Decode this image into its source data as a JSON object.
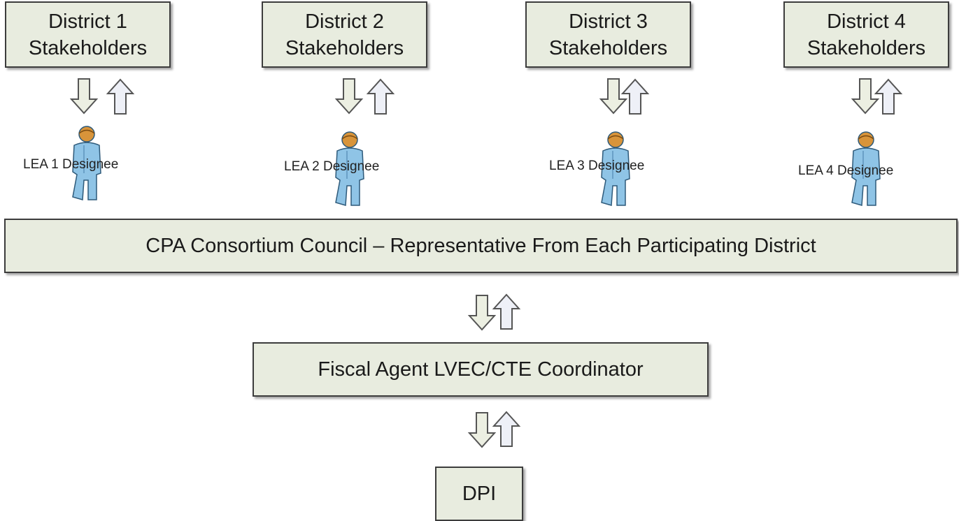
{
  "districts": [
    {
      "line1": "District 1",
      "line2": "Stakeholders",
      "designee": "LEA 1 Designee"
    },
    {
      "line1": "District 2",
      "line2": "Stakeholders",
      "designee": "LEA 2 Designee"
    },
    {
      "line1": "District 3",
      "line2": "Stakeholders",
      "designee": "LEA 3 Designee"
    },
    {
      "line1": "District 4",
      "line2": "Stakeholders",
      "designee": "LEA 4 Designee"
    }
  ],
  "council": "CPA Consortium Council – Representative From Each Participating District",
  "fiscal_agent": "Fiscal Agent LVEC/CTE Coordinator",
  "dpi": "DPI",
  "colors": {
    "box_fill": "#e8ecdf",
    "down_arrow_fill": "#ecefe2",
    "up_arrow_fill": "#eef0f7",
    "person_blue": "#8fc4e6",
    "person_head": "#d8943a"
  }
}
